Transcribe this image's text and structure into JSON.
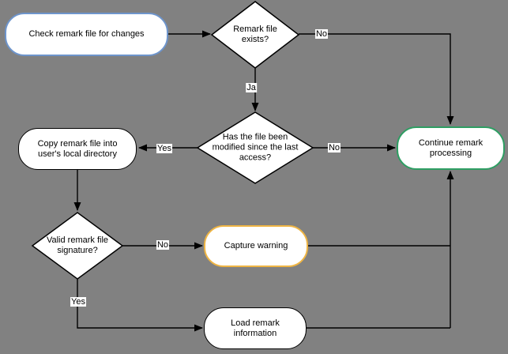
{
  "background": "#818181",
  "colors": {
    "node_fill": "#ffffff",
    "line": "#000000",
    "text": "#000000",
    "label_bg": "#ffffff",
    "blue_border": "#6e95cc",
    "green_border": "#2e9e63",
    "orange_border": "#efb544",
    "plain_border": "#000000"
  },
  "nodes": {
    "check": {
      "shape": "rounded",
      "label": "Check remark file for changes"
    },
    "remark_exists": {
      "shape": "decision",
      "label": "Remark file exists?"
    },
    "modified": {
      "shape": "decision",
      "label": "Has the file been modified since the last access?"
    },
    "copy": {
      "shape": "rounded",
      "label": "Copy remark file into user's local directory"
    },
    "valid_signature": {
      "shape": "decision",
      "label": "Valid remark file signature?"
    },
    "capture_warning": {
      "shape": "rounded",
      "label": "Capture warning"
    },
    "load": {
      "shape": "rounded",
      "label": "Load remark information"
    },
    "continue": {
      "shape": "rounded",
      "label": "Continue remark processing"
    }
  },
  "edge_labels": {
    "exists_no": "No",
    "exists_yes": "Ja",
    "modified_yes": "Yes",
    "modified_no": "No",
    "signature_no": "No",
    "signature_yes": "Yes"
  }
}
